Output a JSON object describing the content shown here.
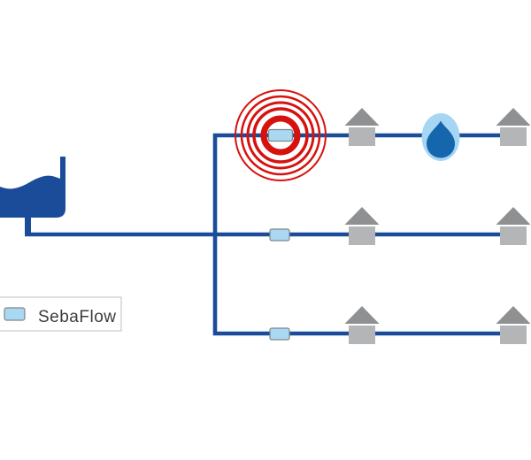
{
  "legend": {
    "label": "SebaFlow"
  },
  "icons": {
    "water_tank": "reservoir-tank-icon",
    "sensor": "sebaflow-sensor-icon",
    "leak_rings": "leak-signal-rings-icon",
    "house": "house-icon",
    "droplet": "water-drop-icon"
  },
  "counts": {
    "pipe_branches": 3,
    "inline_sensors": 3,
    "houses": 6,
    "leak_alarms": 1,
    "water_drops": 1
  },
  "colors": {
    "background": "#ffffff",
    "pipe": "#1b4c9a",
    "tank": "#1b4c9a",
    "leak_signal": "#d6120f",
    "sensor_fill": "#a9d8f0",
    "sensor_border": "#7f888e",
    "house_roof": "#8e9092",
    "house_body": "#b4b5b6",
    "droplet_bg": "#a7d6f4",
    "droplet": "#1566ad",
    "legend_border": "#c9c9c9",
    "legend_text": "#3c3c3c"
  }
}
